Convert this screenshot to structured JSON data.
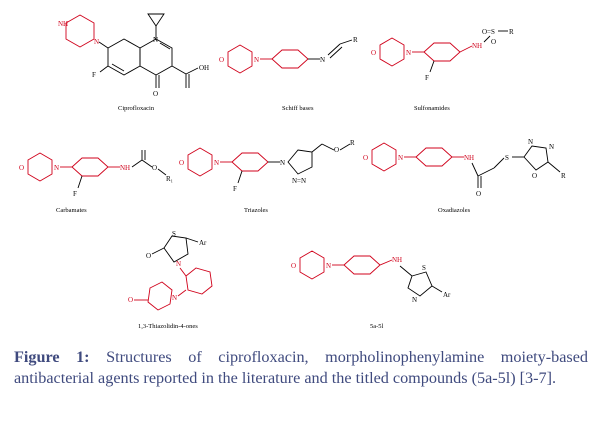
{
  "structures": {
    "ciprofloxacin": {
      "label": "Ciprofloxacin",
      "atom_nh": "NH",
      "atom_n1": "N",
      "atom_n2": "N",
      "atom_f": "F",
      "atom_o": "O",
      "atom_oh": "OH"
    },
    "schiff_bases": {
      "label": "Schiff bases",
      "atom_o": "O",
      "atom_n": "N",
      "atom_n2": "N",
      "atom_r": "R"
    },
    "sulfonamides": {
      "label": "Sulfonamides",
      "atom_o": "O",
      "atom_n": "N",
      "atom_f": "F",
      "atom_nh": "NH",
      "atom_os": "O=S",
      "atom_r": "R",
      "atom_o2": "O"
    },
    "carbamates": {
      "label": "Carbamates",
      "atom_o": "O",
      "atom_n": "N",
      "atom_f": "F",
      "atom_nh": "NH",
      "atom_o2": "O",
      "atom_r": "R₁"
    },
    "triazoles": {
      "label": "Triazoles",
      "atom_o": "O",
      "atom_n": "N",
      "atom_f": "F",
      "atom_n2": "N",
      "atom_n3": "N=N",
      "atom_o2": "O",
      "atom_r": "R"
    },
    "oxadiazoles": {
      "label": "Oxadiazoles",
      "atom_o": "O",
      "atom_n": "N",
      "atom_nh": "NH",
      "atom_s": "S",
      "atom_n2": "N",
      "atom_n3": "N",
      "atom_o2": "O",
      "atom_o3": "O",
      "atom_r": "R"
    },
    "thiazolidinones": {
      "label": "1,3-Thiazolidin-4-ones",
      "atom_s": "S",
      "atom_ar": "Ar",
      "atom_n": "N",
      "atom_o": "O",
      "atom_n2": "N",
      "atom_o2": "O"
    },
    "titled": {
      "label": "5a-5l",
      "atom_o": "O",
      "atom_n": "N",
      "atom_nh": "NH",
      "atom_s": "S",
      "atom_n2": "N",
      "atom_ar": "Ar"
    }
  },
  "caption": {
    "prefix": "Figure 1:",
    "text": " Structures of ciprofloxacin, morpholinophenylamine moiety-based antibacterial agents reported in the literature and the titled compounds (5a-5l) [3-7]."
  }
}
